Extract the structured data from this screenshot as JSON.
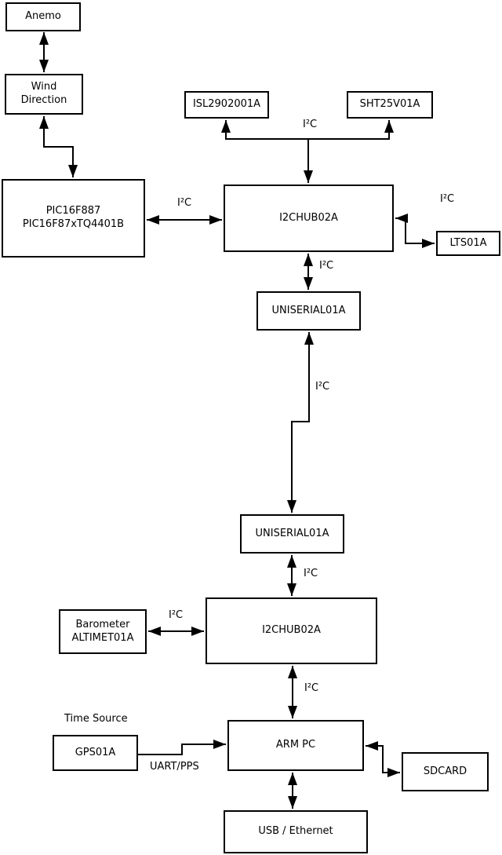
{
  "diagram": {
    "type": "block-diagram",
    "colors": {
      "line": "#000000",
      "background": "#ffffff",
      "box_fill": "#ffffff"
    },
    "nodes": {
      "anemo": {
        "label": "Anemo"
      },
      "wind_direction": {
        "label": "Wind\nDirection"
      },
      "pic": {
        "label": "PIC16F887\nPIC16F87xTQ4401B"
      },
      "isl": {
        "label": "ISL2902001A"
      },
      "sht": {
        "label": "SHT25V01A"
      },
      "i2chub_top": {
        "label": "I2CHUB02A"
      },
      "lts": {
        "label": "LTS01A"
      },
      "uniserial_top": {
        "label": "UNISERIAL01A"
      },
      "uniserial_bottom": {
        "label": "UNISERIAL01A"
      },
      "barometer": {
        "label": "Barometer\nALTIMET01A"
      },
      "i2chub_bottom": {
        "label": "I2CHUB02A"
      },
      "gps": {
        "label": "GPS01A"
      },
      "arm_pc": {
        "label": "ARM PC"
      },
      "sdcard": {
        "label": "SDCARD"
      },
      "usb_ethernet": {
        "label": "USB / Ethernet"
      }
    },
    "edge_labels": {
      "i2c_isl_sht": "I²C",
      "i2c_pic_hub": "I²C",
      "i2c_hub_lts": "I²C",
      "i2c_hub_uniserial": "I²C",
      "i2c_long_link": "I²C",
      "i2c_uniserial_hub2": "I²C",
      "i2c_barometer_hub2": "I²C",
      "i2c_hub2_armpc": "I²C",
      "time_source": "Time Source",
      "uart_pps": "UART/PPS"
    }
  }
}
